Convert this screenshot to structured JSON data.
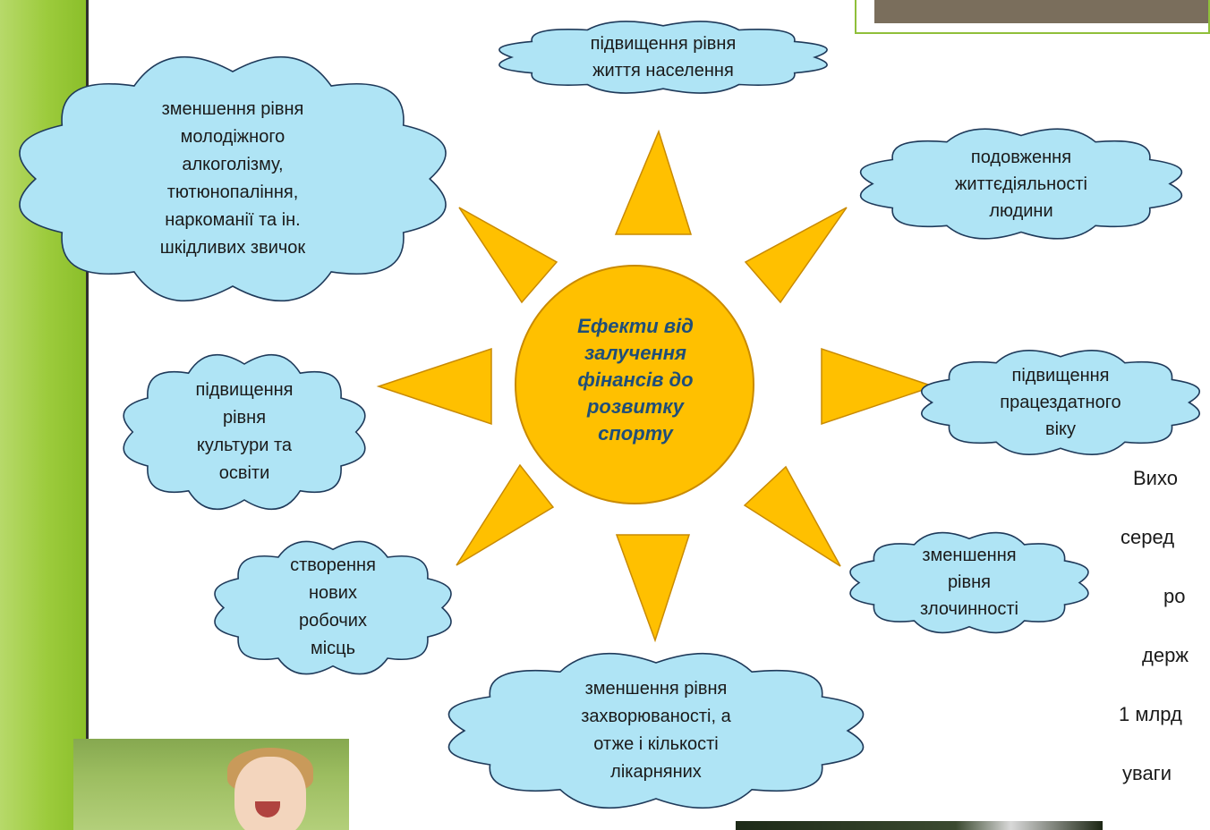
{
  "center": {
    "lines": [
      "Ефекти від",
      "залучення",
      "фінансів до",
      "розвитку",
      "спорту"
    ]
  },
  "clouds": [
    {
      "id": "living-standard",
      "lines": [
        "підвищення рівня",
        "життя населення"
      ]
    },
    {
      "id": "life-extension",
      "lines": [
        "подовження",
        "життєдіяльності",
        "людини"
      ]
    },
    {
      "id": "working-age",
      "lines": [
        "підвищення",
        "працездатного",
        "віку"
      ]
    },
    {
      "id": "crime",
      "lines": [
        "зменшення",
        "рівня",
        "злочинності"
      ]
    },
    {
      "id": "morbidity",
      "lines": [
        "зменшення рівня",
        "захворюваності, а",
        "отже і кількості",
        "лікарняних"
      ]
    },
    {
      "id": "jobs",
      "lines": [
        "створення",
        "нових",
        "робочих",
        "місць"
      ]
    },
    {
      "id": "culture",
      "lines": [
        "підвищення",
        "рівня",
        "культури та",
        "освіти"
      ]
    },
    {
      "id": "bad-habits",
      "lines": [
        "зменшення рівня",
        "молодіжного",
        "алкоголізму,",
        "тютюнопаління,",
        "наркоманії та ін.",
        "шкідливих звичок"
      ]
    }
  ],
  "side_text": [
    "Вихо",
    "серед",
    "ро",
    "держ",
    "1 млрд",
    "уваги"
  ],
  "colors": {
    "cloud_fill": "#afe4f5",
    "cloud_stroke": "#1f3a5a",
    "sun_fill": "#ffc000",
    "sun_stroke": "#c98a00",
    "center_text": "#1f4e79",
    "sidebar": "#9ccb3c"
  }
}
